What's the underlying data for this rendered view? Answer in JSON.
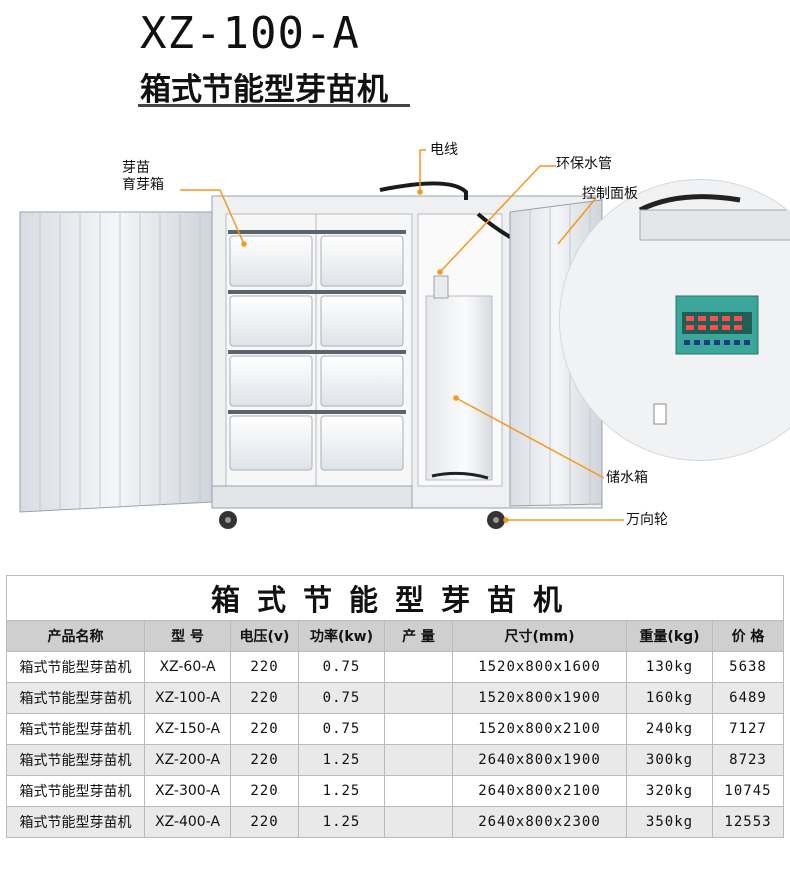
{
  "header": {
    "model": "XZ-100-A",
    "subtitle": "箱式节能型芽苗机"
  },
  "callouts": {
    "sprout_box": "芽苗\n育芽箱",
    "wire": "电线",
    "pipe": "环保水管",
    "panel": "控制面板",
    "tank": "储水箱",
    "caster": "万向轮"
  },
  "colors": {
    "accent_orange": "#f39a1e",
    "panel_green": "#3aa79a"
  },
  "table": {
    "caption": "箱式节能型芽苗机",
    "headers": [
      "产品名称",
      "型 号",
      "电压(v)",
      "功率(kw)",
      "产 量",
      "尺寸(mm)",
      "重量(kg)",
      "价 格"
    ],
    "rows": [
      [
        "箱式节能型芽苗机",
        "XZ-60-A",
        "220",
        "0.75",
        "",
        "1520x800x1600",
        "130kg",
        "5638"
      ],
      [
        "箱式节能型芽苗机",
        "XZ-100-A",
        "220",
        "0.75",
        "",
        "1520x800x1900",
        "160kg",
        "6489"
      ],
      [
        "箱式节能型芽苗机",
        "XZ-150-A",
        "220",
        "0.75",
        "",
        "1520x800x2100",
        "240kg",
        "7127"
      ],
      [
        "箱式节能型芽苗机",
        "XZ-200-A",
        "220",
        "1.25",
        "",
        "2640x800x1900",
        "300kg",
        "8723"
      ],
      [
        "箱式节能型芽苗机",
        "XZ-300-A",
        "220",
        "1.25",
        "",
        "2640x800x2100",
        "320kg",
        "10745"
      ],
      [
        "箱式节能型芽苗机",
        "XZ-400-A",
        "220",
        "1.25",
        "",
        "2640x800x2300",
        "350kg",
        "12553"
      ]
    ]
  }
}
